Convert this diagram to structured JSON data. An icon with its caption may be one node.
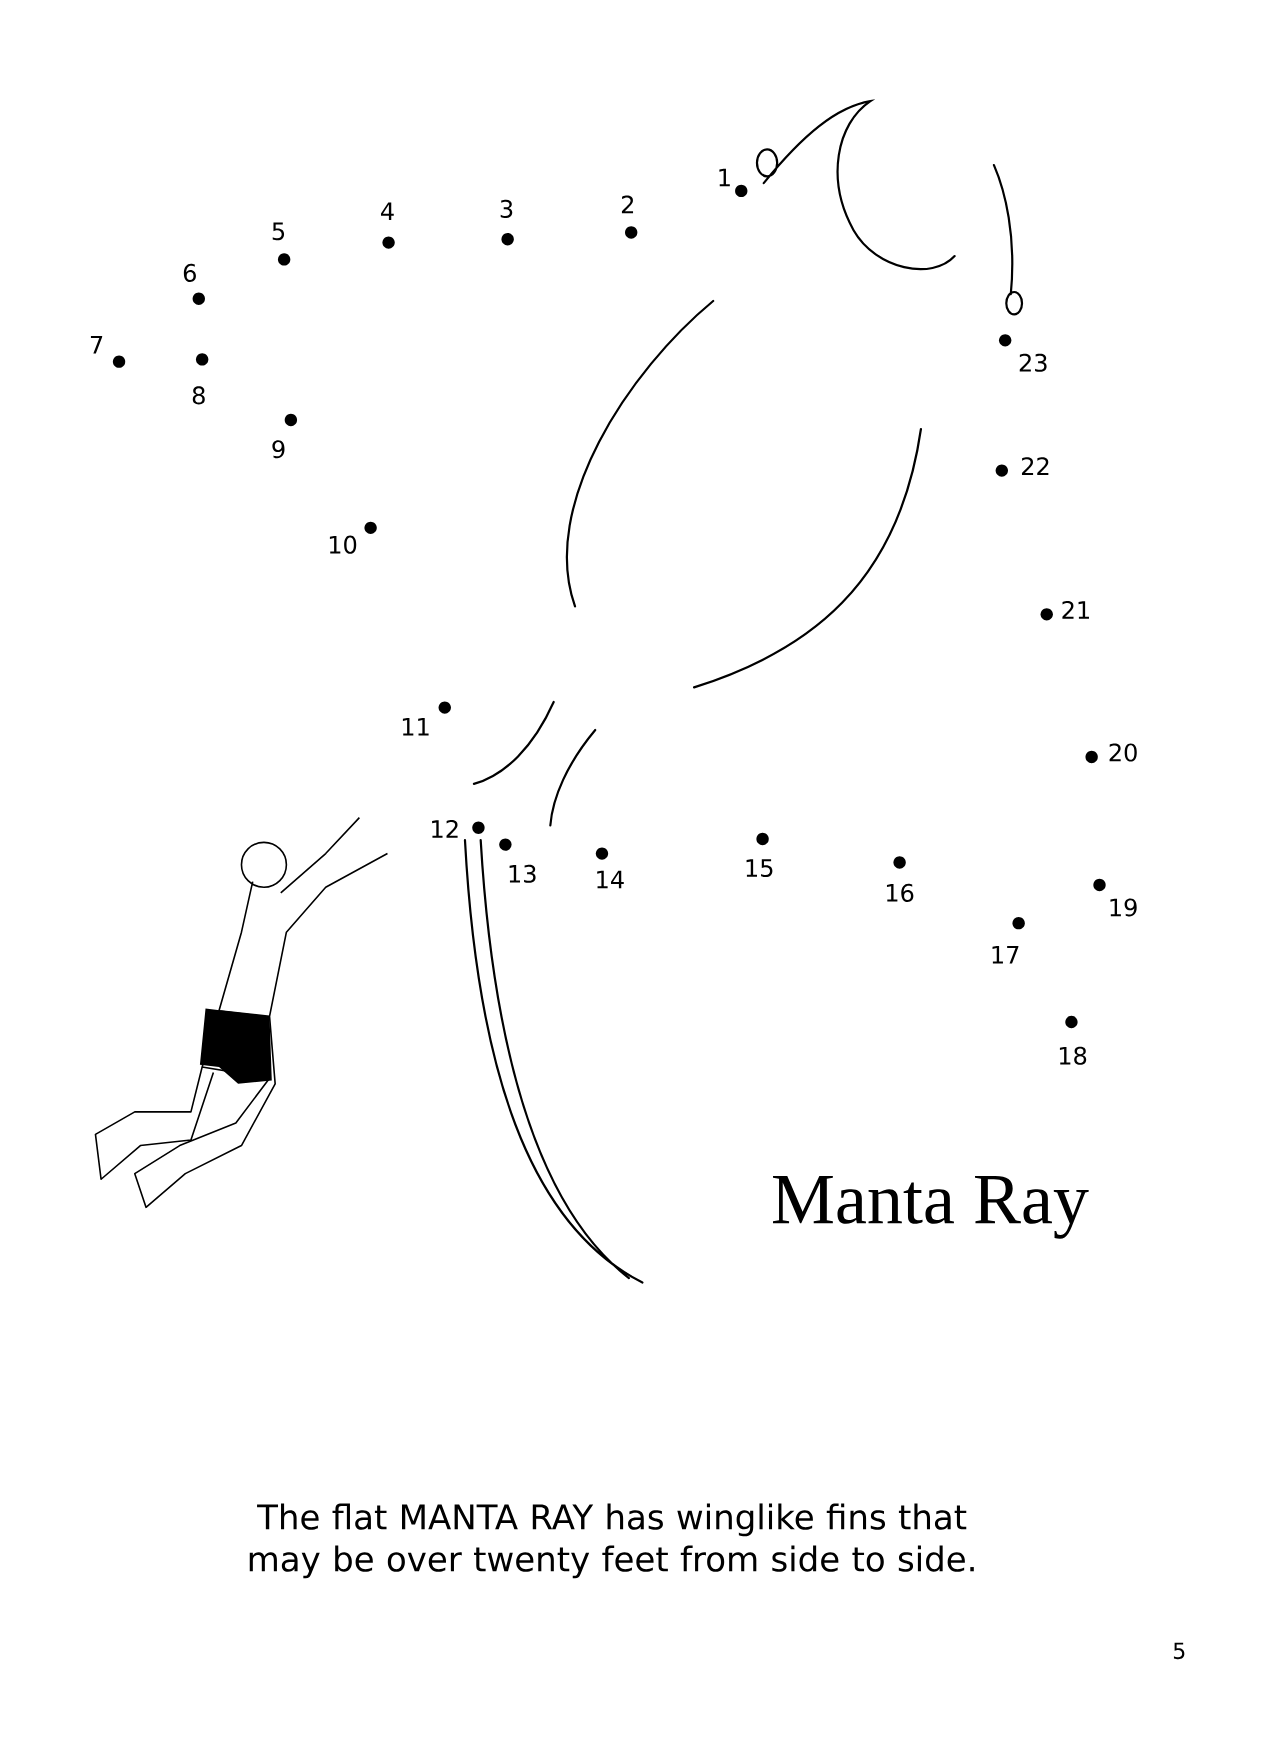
{
  "diagram": {
    "title": "Manta Ray",
    "caption": "The flat MANTA RAY has winglike fins that may be over twenty feet from side to side.",
    "labels": [
      "1",
      "2",
      "3",
      "4",
      "5",
      "6",
      "7",
      "8",
      "9",
      "10",
      "11",
      "12",
      "13",
      "14",
      "15",
      "16",
      "17",
      "18",
      "19",
      "20",
      "21",
      "22",
      "23",
      "5"
    ]
  }
}
